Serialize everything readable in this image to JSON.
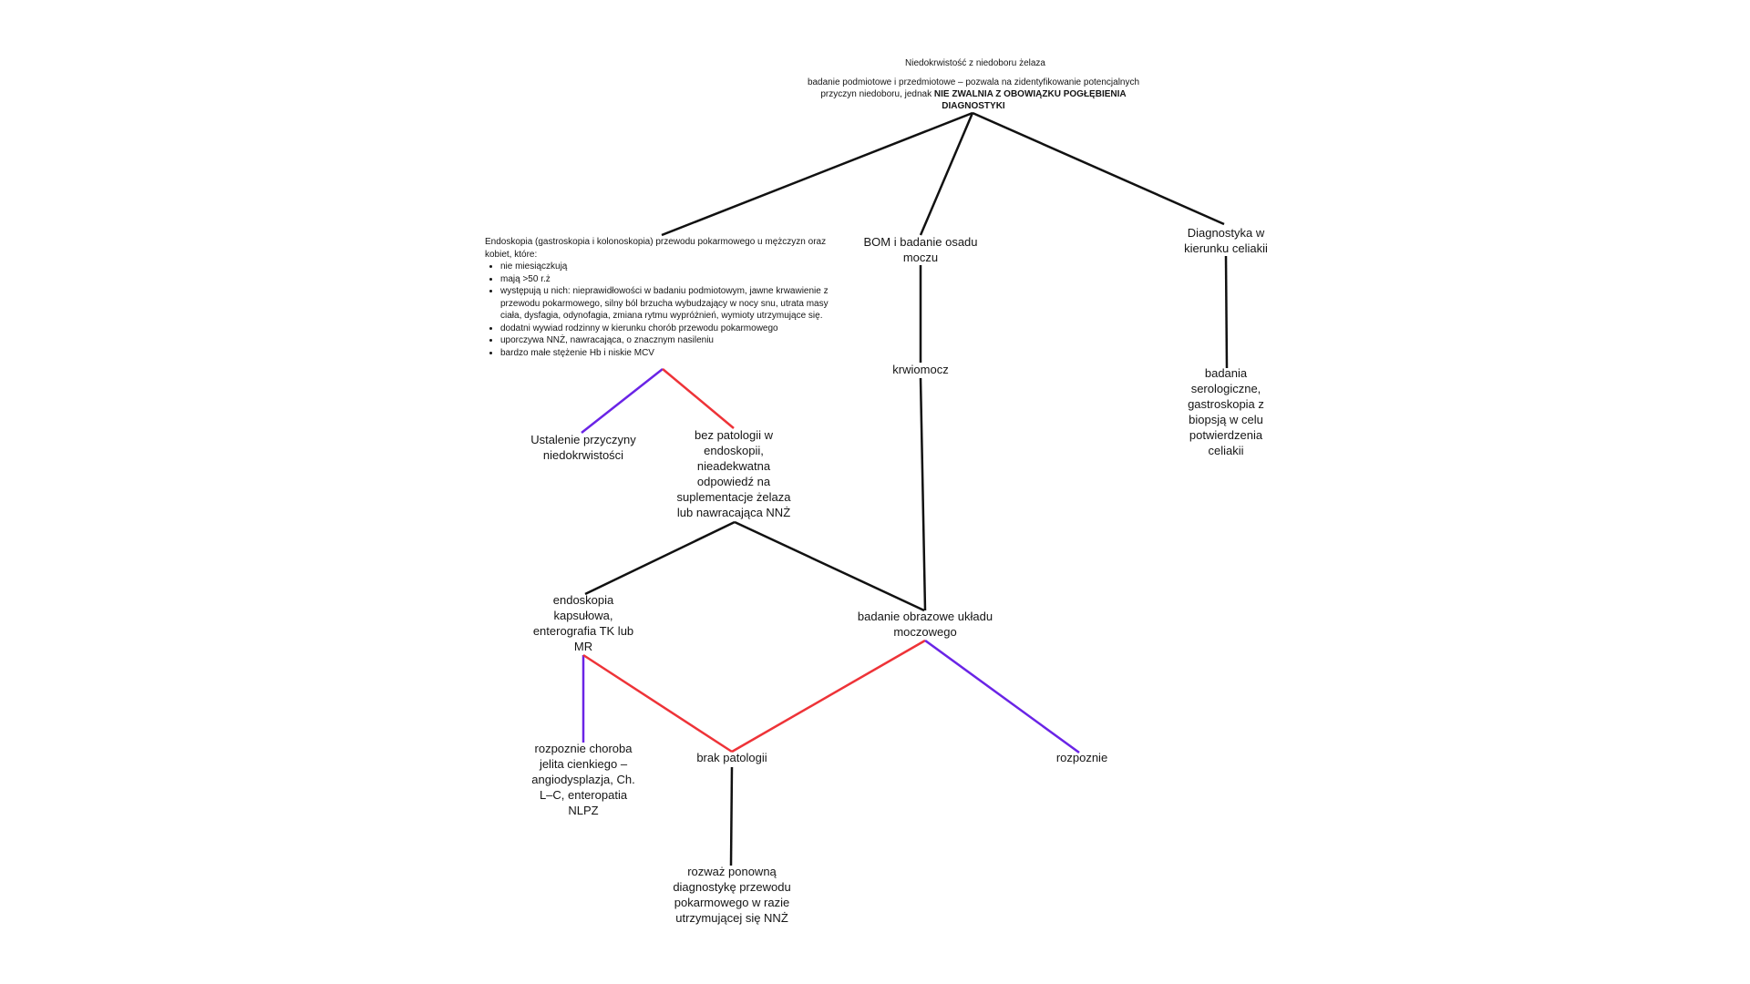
{
  "title": "Niedokrwistość  z niedoboru żelaza",
  "intro": {
    "text": "badanie podmiotowe i przedmiotowe – pozwala na zidentyfikowanie potencjalnych przyczyn niedoboru, jednak ",
    "bold": "NIE ZWALNIA Z OBOWIĄZKU POGŁĘBIENIA DIAGNOSTYKI"
  },
  "endoscopy": {
    "intro": "Endoskopia (gastroskopia i kolonoskopia) przewodu pokarmowego u mężczyzn oraz kobiet, które:",
    "items": [
      "nie miesiączkują",
      "mają >50 r.ż",
      "występują u nich: nieprawidłowości w badaniu podmiotowym, jawne krwawienie z przewodu pokarmowego, silny ból brzucha wybudzający w nocy snu, utrata masy ciała, dysfagia, odynofagia, zmiana rytmu wypróżnień, wymioty utrzymujące się.",
      "dodatni wywiad rodzinny w kierunku chorób przewodu pokarmowego",
      "uporczywa NNŻ, nawracająca, o znacznym nasileniu",
      "bardzo małe stężenie Hb i niskie MCV"
    ]
  },
  "nodes": {
    "bom": "BOM i badanie osadu moczu",
    "celiac": "Diagnostyka w kierunku celiakii",
    "hematuria": "krwiomocz",
    "celiac_tests": "badania serologiczne, gastroskopia z biopsją w celu potwierdzenia celiakii",
    "cause_found": "Ustalenie przyczyny niedokrwistości",
    "no_pathology": "bez patologii w endoskopii, nieadekwatna odpowiedź na suplementacje żelaza lub nawracająca NNŻ",
    "capsule": "endoskopia kapsułowa, enterografia TK lub MR",
    "imaging": "badanie obrazowe układu moczowego",
    "small_bowel_dx": "rozpoznie choroba jelita cienkiego – angiodysplazja, Ch. L–C, enteropatia NLPZ",
    "no_pathology2": "brak patologii",
    "diagnosis": "rozpoznie",
    "reconsider": "rozważ ponowną diagnostykę przewodu pokarmowego w razie utrzymującej się NNŻ"
  },
  "colors": {
    "neutral": "#111111",
    "negative": "#ee3338",
    "positive": "#6a24e6"
  }
}
